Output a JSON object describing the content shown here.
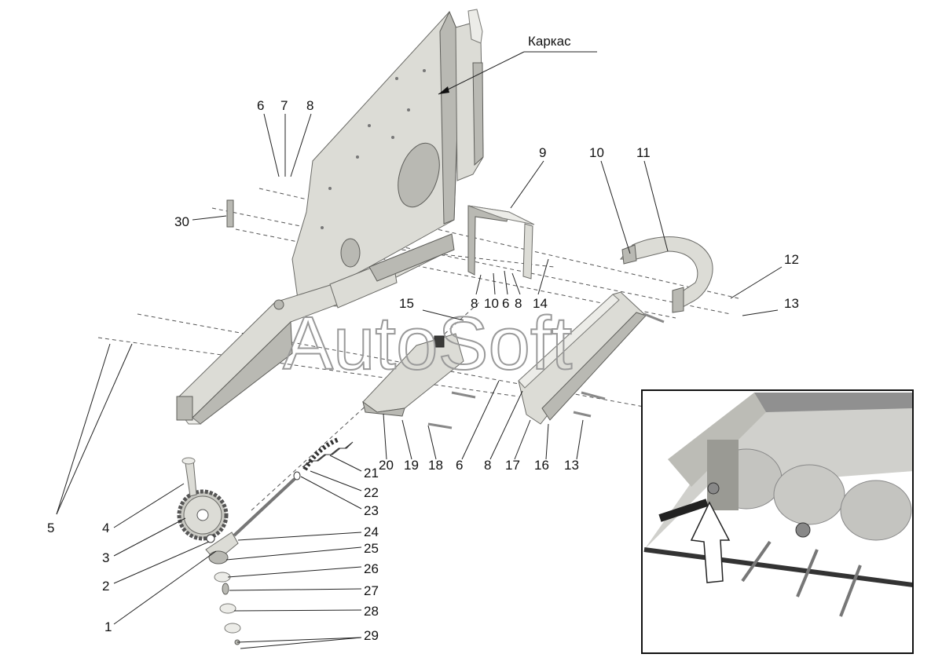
{
  "watermark": "AutoSoft",
  "frame_label": "Каркас",
  "callouts": [
    {
      "id": "c6a",
      "text": "6"
    },
    {
      "id": "c7a",
      "text": "7"
    },
    {
      "id": "c8a",
      "text": "8"
    },
    {
      "id": "c30",
      "text": "30"
    },
    {
      "id": "c9",
      "text": "9"
    },
    {
      "id": "c10a",
      "text": "10"
    },
    {
      "id": "c11",
      "text": "11"
    },
    {
      "id": "c12",
      "text": "12"
    },
    {
      "id": "c13a",
      "text": "13"
    },
    {
      "id": "c15",
      "text": "15"
    },
    {
      "id": "c8b",
      "text": "8"
    },
    {
      "id": "c10b",
      "text": "10"
    },
    {
      "id": "c6b",
      "text": "6"
    },
    {
      "id": "c8c",
      "text": "8"
    },
    {
      "id": "c14",
      "text": "14"
    },
    {
      "id": "c20",
      "text": "20"
    },
    {
      "id": "c19",
      "text": "19"
    },
    {
      "id": "c18",
      "text": "18"
    },
    {
      "id": "c6c",
      "text": "6"
    },
    {
      "id": "c8d",
      "text": "8"
    },
    {
      "id": "c17",
      "text": "17"
    },
    {
      "id": "c16",
      "text": "16"
    },
    {
      "id": "c13b",
      "text": "13"
    },
    {
      "id": "c5",
      "text": "5"
    },
    {
      "id": "c4",
      "text": "4"
    },
    {
      "id": "c3",
      "text": "3"
    },
    {
      "id": "c2",
      "text": "2"
    },
    {
      "id": "c1",
      "text": "1"
    },
    {
      "id": "c21",
      "text": "21"
    },
    {
      "id": "c22",
      "text": "22"
    },
    {
      "id": "c23",
      "text": "23"
    },
    {
      "id": "c24",
      "text": "24"
    },
    {
      "id": "c25",
      "text": "25"
    },
    {
      "id": "c26",
      "text": "26"
    },
    {
      "id": "c27",
      "text": "27"
    },
    {
      "id": "c28",
      "text": "28"
    },
    {
      "id": "c29",
      "text": "29"
    }
  ]
}
